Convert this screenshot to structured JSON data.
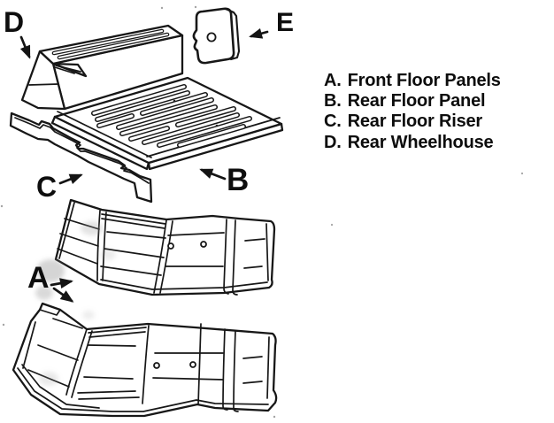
{
  "figure": {
    "background": "#ffffff",
    "ink": "#171717",
    "smudge_gray": "#9b9b9b"
  },
  "callouts": {
    "a": "A",
    "b": "B",
    "c": "C",
    "d": "D",
    "e": "E"
  },
  "legend": {
    "items": [
      {
        "key": "A.",
        "label": "Front Floor Panels"
      },
      {
        "key": "B.",
        "label": "Rear Floor Panel"
      },
      {
        "key": "C.",
        "label": "Rear Floor Riser"
      },
      {
        "key": "D.",
        "label": "Rear Wheelhouse"
      }
    ]
  }
}
